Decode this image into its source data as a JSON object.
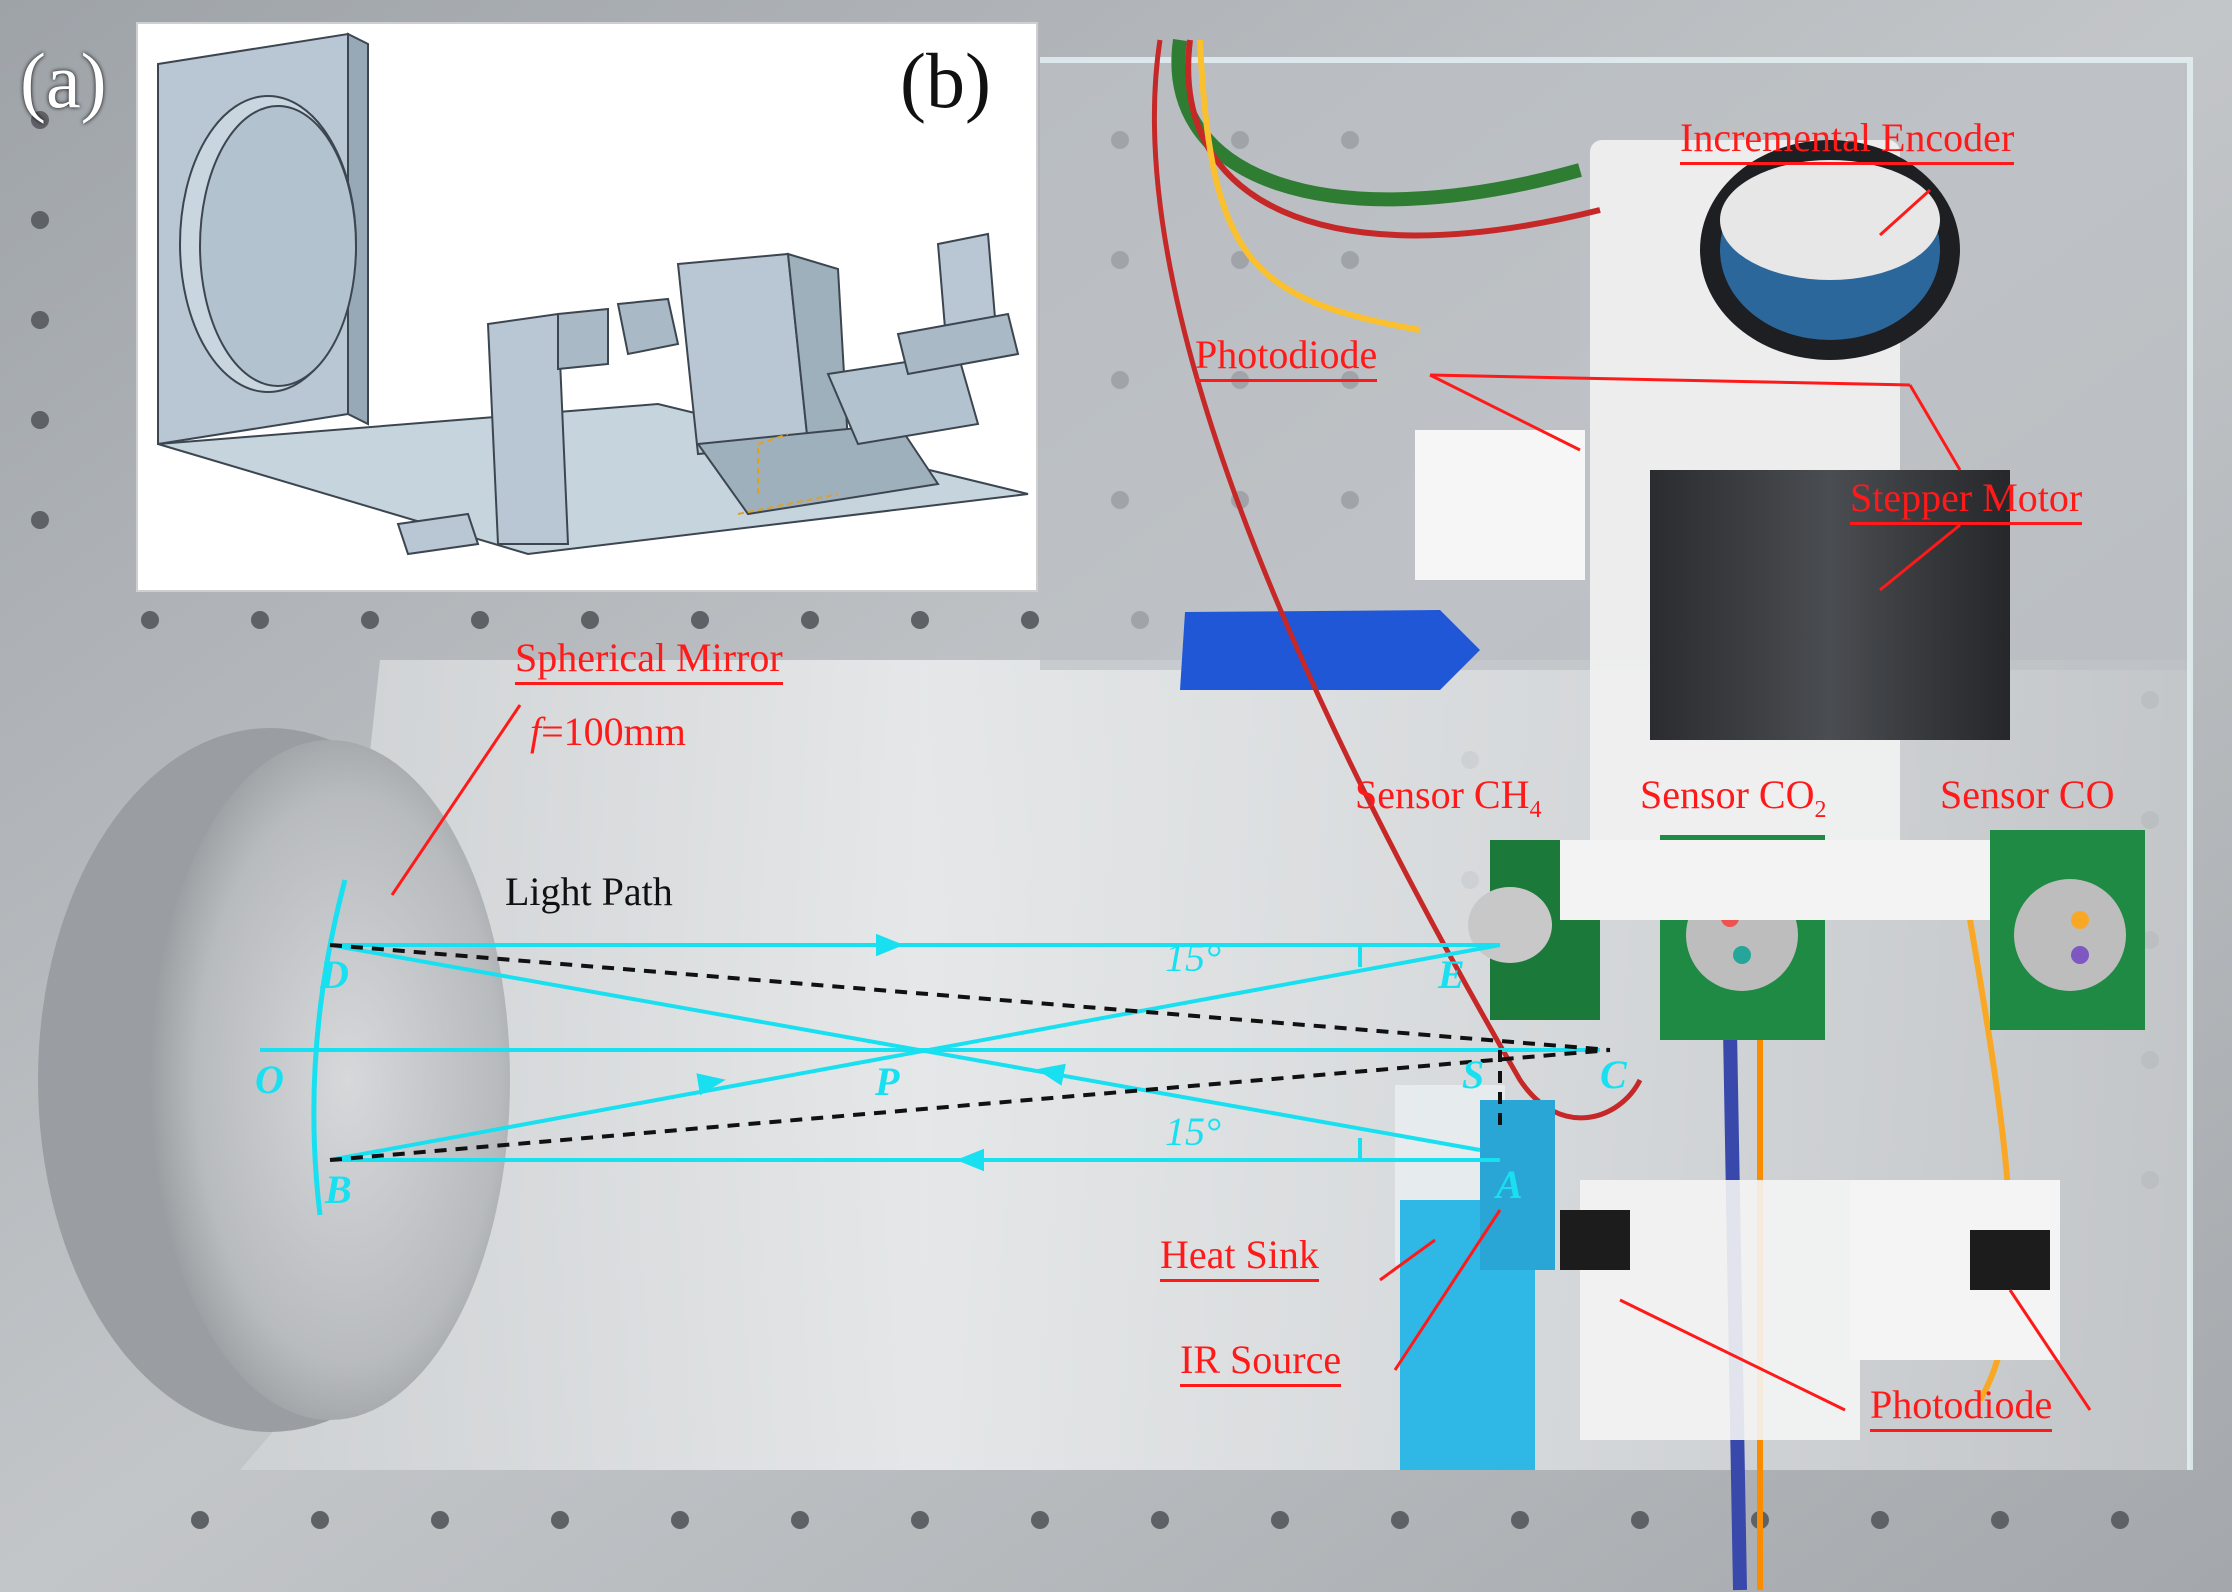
{
  "panels": {
    "a": "(a)",
    "b": "(b)"
  },
  "labels": {
    "incremental_encoder": "Incremental Encoder",
    "photodiode_top": "Photodiode",
    "stepper_motor": "Stepper Motor",
    "spherical_mirror": "Spherical Mirror",
    "focal_length": "=100mm",
    "focal_symbol": "f",
    "sensor_ch4": "Sensor CH",
    "sensor_ch4_sub": "4",
    "sensor_co2": "Sensor CO",
    "sensor_co2_sub": "2",
    "sensor_co": "Sensor CO",
    "light_path": "Light Path",
    "heat_sink": "Heat Sink",
    "ir_source": "IR Source",
    "photodiode_bottom": "Photodiode"
  },
  "points": {
    "D": "D",
    "O": "O",
    "B": "B",
    "P": "P",
    "E": "E",
    "S": "S",
    "C": "C",
    "A": "A"
  },
  "angles": {
    "upper": "15°",
    "lower": "15°"
  },
  "colors": {
    "annotation": "#ff1a1a",
    "light_path": "#19e0f0",
    "dashed": "#111111",
    "plate": "#b9bcbf"
  }
}
